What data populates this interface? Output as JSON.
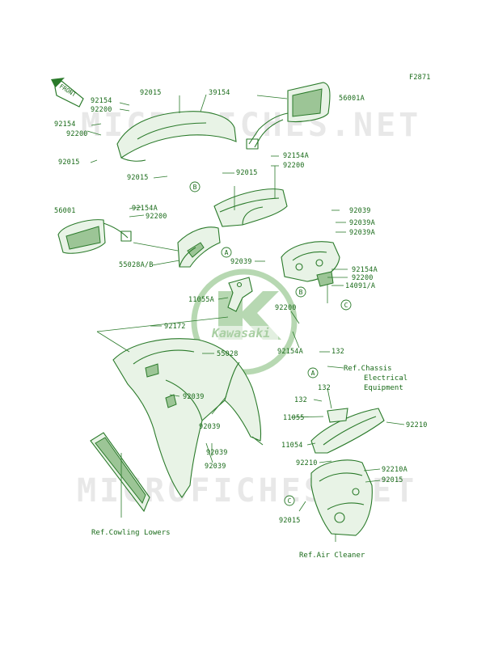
{
  "diagram": {
    "figure_code": "F2871",
    "direction_label": "FRONT",
    "watermark": "MICROFICHES.NET",
    "brand": "Kawasaki",
    "parts": {
      "p92015_a": "92015",
      "p39154": "39154",
      "p92154_a": "92154",
      "p92200_a": "92200",
      "p92154_b": "92154",
      "p92200_b": "92200",
      "p92015_b": "92015",
      "p92015_c": "92015",
      "p92015_d": "92015",
      "p56001a": "56001A",
      "p92154a_a": "92154A",
      "p92200_c": "92200",
      "p56001": "56001",
      "p92154a_b": "92154A",
      "p92200_d": "92200",
      "p55028ab": "55028A/B",
      "p92039_a": "92039",
      "p92039_b": "92039",
      "p92039a_a": "92039A",
      "p92039a_b": "92039A",
      "p92154a_c": "92154A",
      "p92200_e": "92200",
      "p14091a": "14091/A",
      "p11055a": "11055A",
      "p92200_f": "92200",
      "p92172": "92172",
      "p55028": "55028",
      "p92154a_d": "92154A",
      "p132_a": "132",
      "p92039_c": "92039",
      "p92039_d": "92039",
      "p92039_e": "92039",
      "p92039_f": "92039",
      "p132_b": "132",
      "p132_c": "132",
      "p11055": "11055",
      "p92210_a": "92210",
      "p11054": "11054",
      "p92210_b": "92210",
      "p92210a": "92210A",
      "p92015_e": "92015",
      "p92015_f": "92015"
    },
    "refs": {
      "chassis_line1": "Ref.Chassis",
      "chassis_line2": "Electrical",
      "chassis_line3": "Equipment",
      "cowling_lowers": "Ref.Cowling Lowers",
      "air_cleaner": "Ref.Air Cleaner"
    },
    "callouts": {
      "A": "A",
      "B": "B",
      "C": "C"
    }
  }
}
